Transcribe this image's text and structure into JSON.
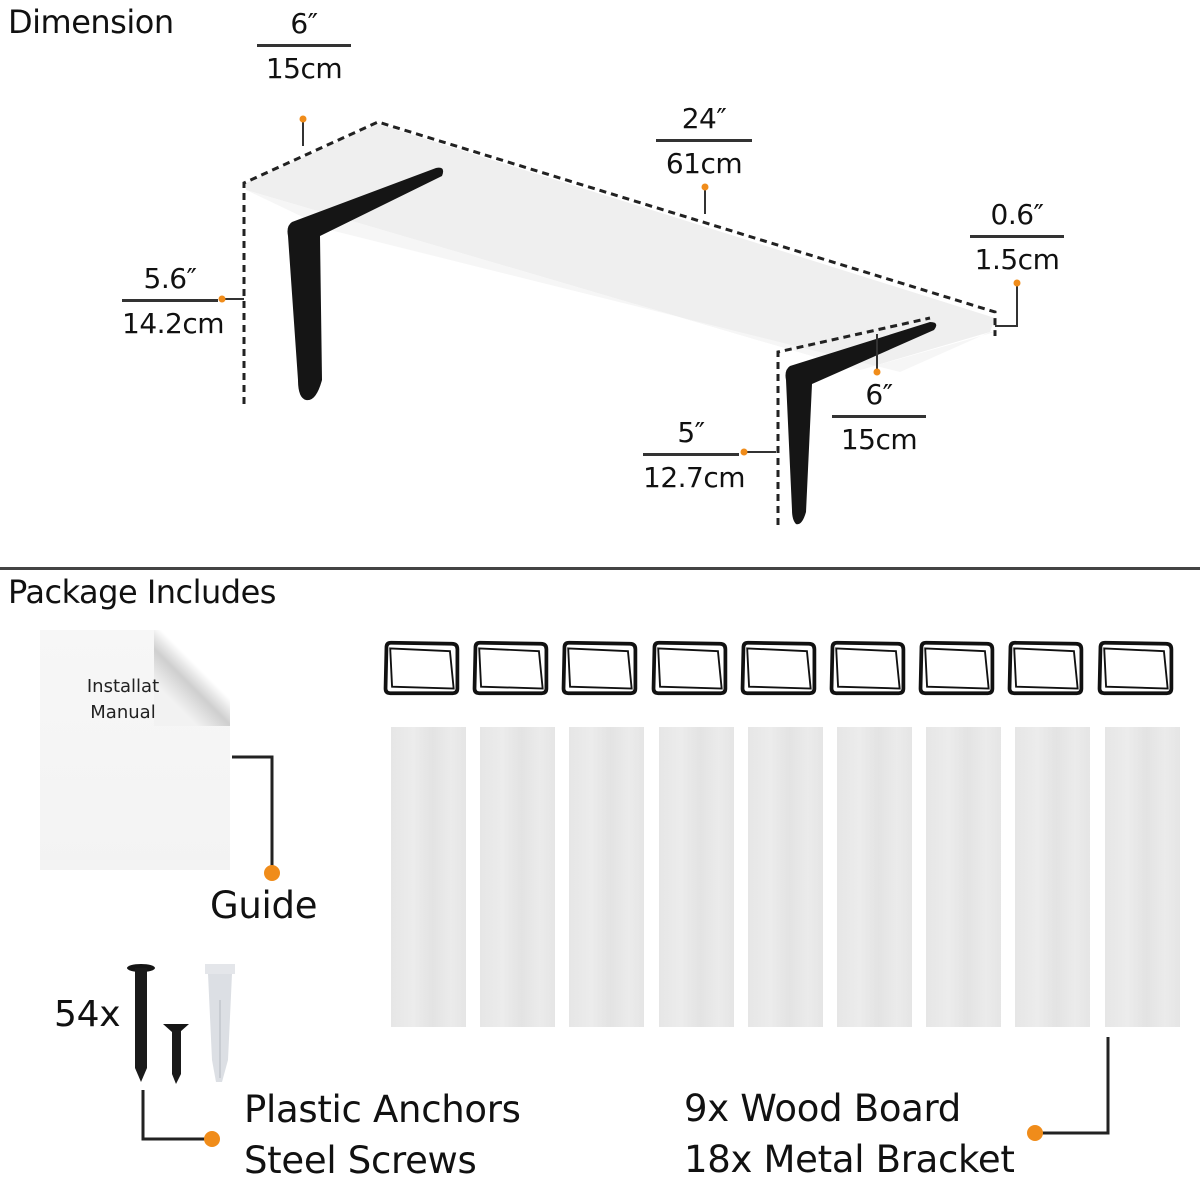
{
  "dimension_section": {
    "title": "Dimension",
    "labels": {
      "shelf_depth": {
        "imperial": "6″",
        "metric": "15cm"
      },
      "shelf_length": {
        "imperial": "24″",
        "metric": "61cm"
      },
      "shelf_thickness": {
        "imperial": "0.6″",
        "metric": "1.5cm"
      },
      "bracket_height": {
        "imperial": "5.6″",
        "metric": "14.2cm"
      },
      "bracket_arm": {
        "imperial": "6″",
        "metric": "15cm"
      },
      "bracket_drop": {
        "imperial": "5″",
        "metric": "12.7cm"
      }
    }
  },
  "package_section": {
    "title": "Package Includes",
    "manual": {
      "line1": "Installation",
      "line1_visible": "Installat",
      "line2": "Manual"
    },
    "guide_label": "Guide",
    "hardware": {
      "count_label": "54x",
      "lines": [
        "Plastic Anchors",
        "Steel Screws"
      ]
    },
    "boards": {
      "count": 9,
      "lines": [
        "9x Wood Board",
        "18x Metal Bracket"
      ]
    }
  },
  "colors": {
    "accent_dot": "#f08c1a",
    "line": "#222222",
    "bracket": "#151515",
    "board": "#e8e8e8"
  }
}
